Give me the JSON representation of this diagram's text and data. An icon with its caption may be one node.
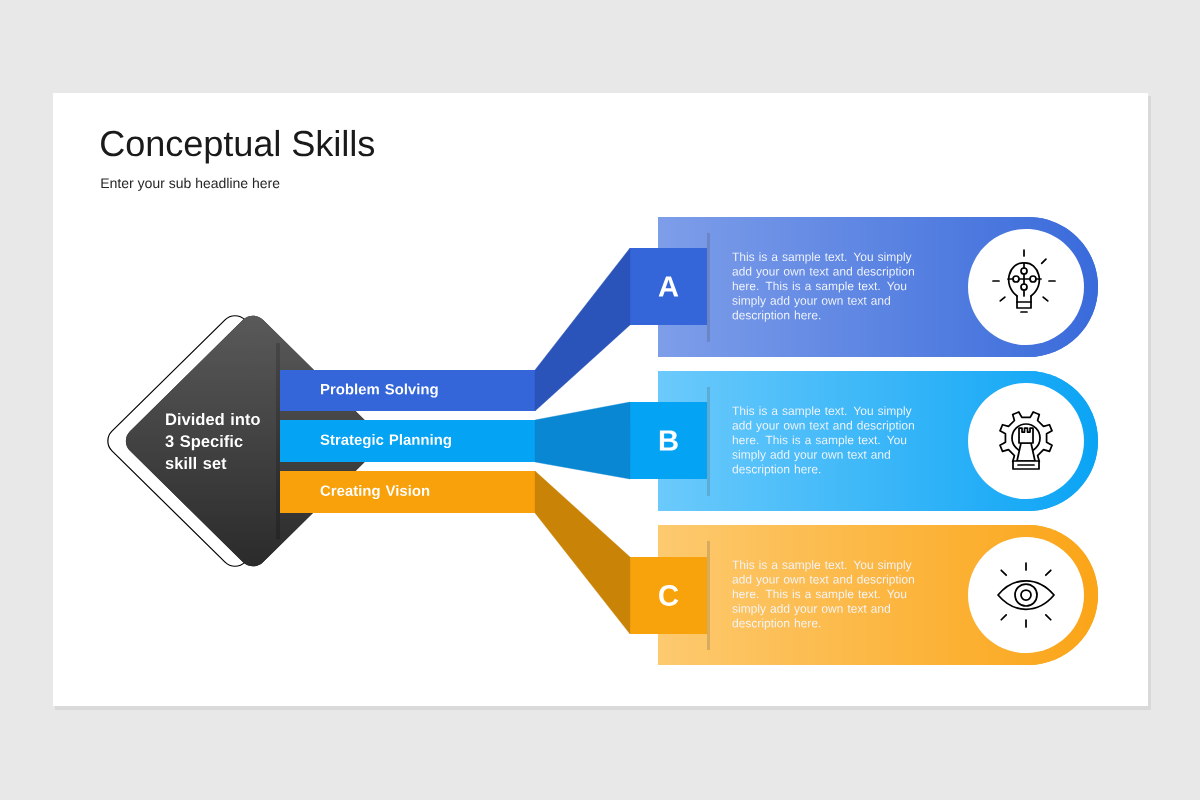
{
  "diagram": {
    "title": "Conceptual Skills",
    "nodes": [
      {
        "text": [
          "Divided into 3 Specific skill set"
        ]
      },
      {
        "text": [
          "Problem Solving"
        ]
      },
      {
        "text": [
          "Strategic Planning"
        ]
      },
      {
        "text": [
          "Creating Vision"
        ]
      },
      {
        "text": [
          "A"
        ]
      },
      {
        "text": [
          "This is a sample text. You simply add your own text and description here. This is a sample text. You simply add your own text and description here."
        ]
      },
      {
        "text": [
          "B"
        ]
      },
      {
        "text": [
          "This is a sample text. You simply add your own text and description here. This is a sample text. You simply add your own text and description here."
        ]
      },
      {
        "text": [
          "C"
        ]
      },
      {
        "text": [
          "This is a sample text. You simply add your own text and description here. This is a sample text. You simply add your own text and description here."
        ]
      }
    ],
    "edges": [
      {
        "from": 1,
        "to": 4,
        "arrow": "none",
        "color": "#2a54b9"
      },
      {
        "from": 2,
        "to": 6,
        "arrow": "none",
        "color": "#0a87d2"
      },
      {
        "from": 3,
        "to": 8,
        "arrow": "none",
        "color": "#c98407"
      }
    ],
    "labels": [
      "Enter your sub headline here"
    ]
  }
}
